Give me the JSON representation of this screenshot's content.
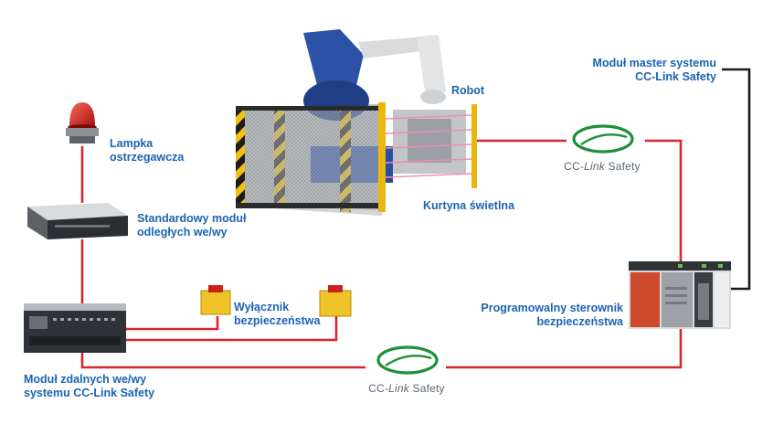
{
  "colors": {
    "wire_red": "#d8262b",
    "wire_black": "#1a1a1a",
    "label_blue": "#1b63b4",
    "logo_green": "#1f8f3a"
  },
  "labels": {
    "master_line1": "Moduł master systemu",
    "master_line2": "CC-Link Safety",
    "robot": "Robot",
    "lamp_line1": "Lampka",
    "lamp_line2": "ostrzegawcza",
    "std_line1": "Standardowy moduł",
    "std_line2": "odległych we/wy",
    "curtain": "Kurtyna świetlna",
    "plc_line1": "Programowalny sterownik",
    "plc_line2": "bezpieczeństwa",
    "switch_line1": "Wyłącznik",
    "switch_line2": "bezpieczeństwa",
    "remote_line1": "Moduł zdalnych we/wy",
    "remote_line2": "systemu CC-Link Safety"
  },
  "logos": {
    "brand_a": "CC-",
    "brand_b": "Link",
    "brand_c": " Safety"
  },
  "icons": {
    "lamp": "warning-lamp-icon",
    "std_io": "remote-io-module-icon",
    "remote_io": "cc-link-remote-io-icon",
    "switch": "safety-switch-icon",
    "robot": "industrial-robot-icon",
    "curtain": "light-curtain-icon",
    "plc": "safety-plc-icon",
    "logo": "cc-link-safety-logo"
  }
}
